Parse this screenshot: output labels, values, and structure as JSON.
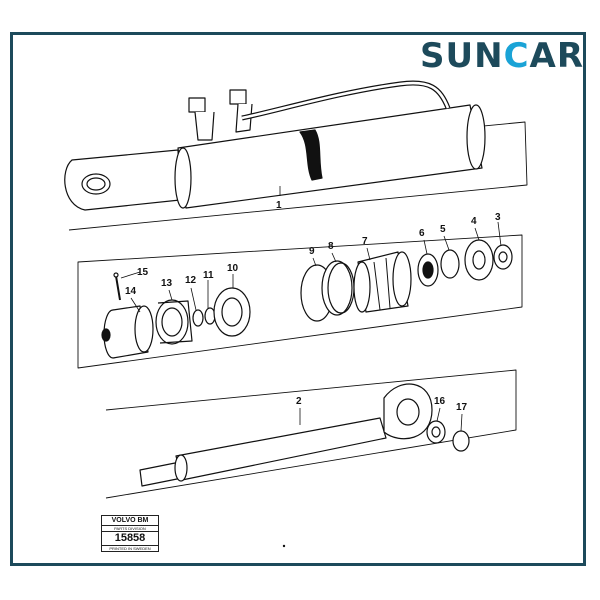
{
  "logo": {
    "part1": "SUN",
    "part2": "C",
    "part3": "AR"
  },
  "colors": {
    "frame": "#1d4a5b",
    "logo_dark": "#1d4a5b",
    "logo_accent": "#1aa3d6",
    "ink": "#111111"
  },
  "callouts": {
    "c1": "1",
    "c2": "2",
    "c3": "3",
    "c4": "4",
    "c5": "5",
    "c6": "6",
    "c7": "7",
    "c8": "8",
    "c9": "9",
    "c10": "10",
    "c11": "11",
    "c12": "12",
    "c13": "13",
    "c14": "14",
    "c15": "15",
    "c16": "16",
    "c17": "17"
  },
  "stamp": {
    "brand": "VOLVO BM",
    "division": "PARTS DIVISION",
    "number": "15858",
    "origin": "PRINTED IN SWEDEN"
  }
}
